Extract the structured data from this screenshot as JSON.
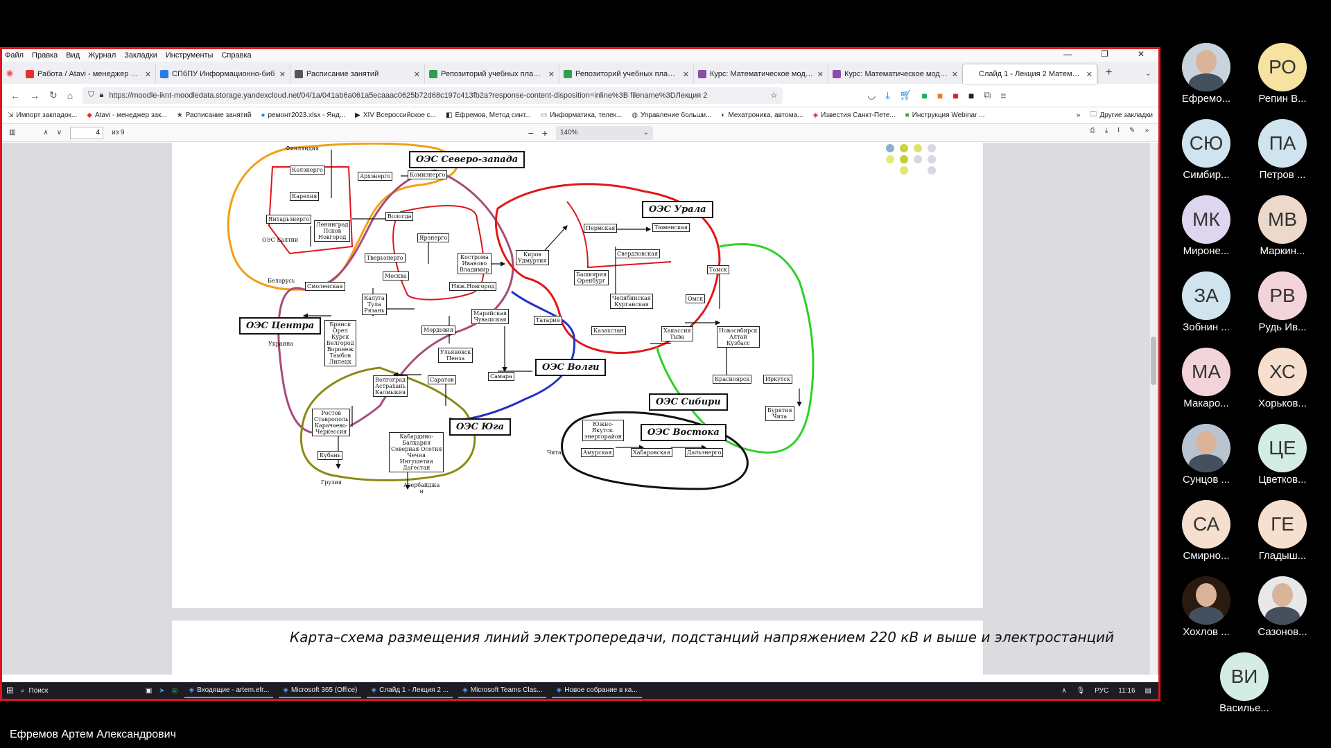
{
  "presenter_name": "Ефремов Артем Александрович",
  "menu": [
    "Файл",
    "Правка",
    "Вид",
    "Журнал",
    "Закладки",
    "Инструменты",
    "Справка"
  ],
  "tabs": [
    {
      "label": "Работа / Atavi - менеджер зак",
      "color": "#e5312b"
    },
    {
      "label": "СПбПУ Информационно-биб",
      "color": "#2a7de1"
    },
    {
      "label": "Расписание занятий",
      "color": "#555555"
    },
    {
      "label": "Репозиторий учебных планов",
      "color": "#2e9e4f"
    },
    {
      "label": "Репозиторий учебных планов",
      "color": "#2e9e4f"
    },
    {
      "label": "Курс: Математическое модел",
      "color": "#8a4ea8"
    },
    {
      "label": "Курс: Математическое модел",
      "color": "#8a4ea8"
    },
    {
      "label": "Слайд 1 - Лекция 2 Математическ",
      "color": "#ffffff"
    }
  ],
  "url": "https://moodle-iknt-moodledata.storage.yandexcloud.net/04/1a/041ab6a061a5ecaaac0625b72d68c197c413fb2a?response-content-disposition=inline%3B filename%3DЛекция 2",
  "bookmarks": [
    "Импорт закладок...",
    "Atavi - менеджер зак...",
    "Расписание занятий",
    "ремонт2023.xlsx - Янд...",
    "XIV Всероссийское с...",
    "Ефремов, Метод синт...",
    "Информатика, телек...",
    "Управление больши...",
    "Мехатроника, автома...",
    "Известия Санкт-Пете...",
    "Инструкция Webinar ..."
  ],
  "bookmarks_other": "Другие закладки",
  "pdf": {
    "page": "4",
    "of": "из 9",
    "zoom": "140%"
  },
  "caption": "Карта–схема размещения линий электропередачи, подстанций напряжением 220 кВ и выше и электростанций",
  "diagram": {
    "regions": {
      "nw": "ОЭС Северо-запада",
      "ural": "ОЭС Урала",
      "center": "ОЭС Центра",
      "volga": "ОЭС Волги",
      "siberia": "ОЭС Сибири",
      "south": "ОЭС Юга",
      "east": "ОЭС Востока"
    },
    "nodes": {
      "finlandia": "Финляндия",
      "kolenergo": "Колэнерго",
      "arkh": "Архэнерго",
      "komi": "Комиэнерго",
      "karelia": "Карелия",
      "yantar": "Янтарьэнерго",
      "len": "Ленинград\nПсков\nНовгород",
      "oes_baltia": "ОЭС Балтии",
      "vologda": "Вологда",
      "yarenergo": "Ярэнерго",
      "tver": "Тверьэнерго",
      "kostroma": "Кострома\nИваново\nВладимир",
      "moskva": "Москва",
      "nnov": "Ниж.Новгород",
      "belarus": "Беларусь",
      "smolensk": "Смоленская",
      "kaluga": "Калуга\nТула\nРязань",
      "bryansk": "Брянск\nОрел\nКурск\nБелгород\nВоронеж\nТамбов\nЛипецк",
      "ukraina": "Украина",
      "mordovia": "Мордовия",
      "mariy": "Марийская\nЧувашская",
      "tataria": "Татария",
      "kirov": "Киров\nУдмуртия",
      "ulyan": "Ульяновск\nПенза",
      "saratov": "Саратов",
      "samara": "Самара",
      "volgograd": "Волгоград\nАстрахань\nКалмыкия",
      "rostov": "Ростов\nСтаврополь\nКарачаево-\nЧеркессия",
      "kuban": "Кубань",
      "gruzia": "Грузия",
      "kabard": "Кабардино-\nБалкария\nСеверная Осетия\nЧечня\nИнгушетия\nДагестан",
      "azer": "Азербайджа\nн",
      "perm": "Пермская",
      "tyumen": "Тюменская",
      "sverdl": "Свердловская",
      "bashkir": "Башкирия\nОренбург",
      "chelyab": "Челябинская\nКурганская",
      "kazakh": "Казахстан",
      "tomsk": "Томск",
      "omsk": "Омск",
      "khakas": "Хакассия\nТыва",
      "novosib": "Новосибирск\nАлтай\nКузбасс",
      "krasnoyarsk": "Красноярск",
      "irkutsk": "Иркутск",
      "buryatia": "Бурятия\nЧита",
      "yuzhno": "Южно-\nЯкутск.\nэнергорайон",
      "chita": "Чита",
      "amur": "Амурская",
      "khabar": "Хабаровская",
      "dalen": "Дальэнерго"
    }
  },
  "taskbar": {
    "search": "Поиск",
    "apps": [
      "Входящие - artem.efr...",
      "Microsoft 365 (Office)",
      "Слайд 1 - Лекция 2 ...",
      "Microsoft Teams Clas...",
      "Новое собрание в ка..."
    ],
    "lang": "РУС",
    "time": "11:16"
  },
  "participants": [
    {
      "initials": "",
      "name": "Ефремо...",
      "bg": "#c9d3de",
      "photo": true
    },
    {
      "initials": "РО",
      "name": "Репин В...",
      "bg": "#f6e3a2"
    },
    {
      "initials": "СЮ",
      "name": "Симбир...",
      "bg": "#cfe4ee"
    },
    {
      "initials": "ПА",
      "name": "Петров ...",
      "bg": "#cfe4ee"
    },
    {
      "initials": "МК",
      "name": "Мироне...",
      "bg": "#ddd6ee"
    },
    {
      "initials": "МВ",
      "name": "Маркин...",
      "bg": "#ecd9cb"
    },
    {
      "initials": "ЗА",
      "name": "Зобнин ...",
      "bg": "#cfe4ee"
    },
    {
      "initials": "РВ",
      "name": "Рудь Ив...",
      "bg": "#f3d3da"
    },
    {
      "initials": "МА",
      "name": "Макаро...",
      "bg": "#f3d3da"
    },
    {
      "initials": "ХС",
      "name": "Хорьков...",
      "bg": "#f6dfcf"
    },
    {
      "initials": "",
      "name": "Сунцов ...",
      "bg": "#b8c4cf",
      "photo": true
    },
    {
      "initials": "ЦЕ",
      "name": "Цветков...",
      "bg": "#d3ece5"
    },
    {
      "initials": "СА",
      "name": "Смирно...",
      "bg": "#f6dfcf"
    },
    {
      "initials": "ГЕ",
      "name": "Гладыш...",
      "bg": "#f6dfcf"
    },
    {
      "initials": "",
      "name": "Хохлов ...",
      "bg": "#2b1a10",
      "photo": true
    },
    {
      "initials": "",
      "name": "Сазонов...",
      "bg": "#e8e8e8",
      "photo": true
    },
    {
      "initials": "ВИ",
      "name": "Василье...",
      "bg": "#d3ece5"
    }
  ]
}
